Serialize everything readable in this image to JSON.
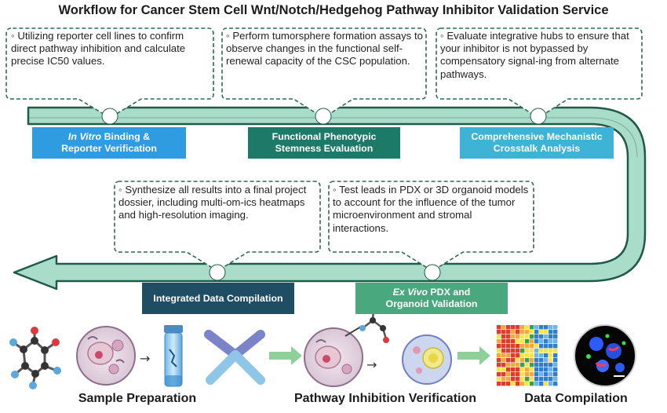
{
  "title": "Workflow for Cancer Stem Cell Wnt/Notch/Hedgehog Pathway Inhibitor Validation Service",
  "boxes": [
    "Utilizing reporter cell lines to confirm direct pathway inhibition and calculate precise IC50 values.",
    "Perform tumorsphere formation assays to observe changes in the functional self-renewal capacity of the CSC population.",
    "Evaluate integrative hubs to ensure that your inhibitor is not bypassed by compensatory signal-ing from alternate pathways.",
    "Synthesize all results into a final project dossier, including multi-om-ics heatmaps and high-resolution imaging.",
    "Test leads in PDX or 3D organoid models to account for the influence of the tumor microenvironment and stromal interactions."
  ],
  "stages": {
    "s1": {
      "italic": "In Vitro",
      "rest1": " Binding &",
      "line2": "Reporter Verification",
      "color": "#2f9be0"
    },
    "s2": {
      "line1": "Functional Phenotypic",
      "line2": "Stemness Evaluation",
      "color": "#1e7a68"
    },
    "s3": {
      "line1": "Comprehensive Mechanistic",
      "line2": "Crosstalk Analysis",
      "color": "#3fb3d6"
    },
    "s4": {
      "line1": "Integrated Data Compilation",
      "color": "#1f4e64"
    },
    "s5": {
      "italic": "Ex Vivo",
      "rest1": " PDX and",
      "line2": "Organoid Validation",
      "color": "#4aa87e"
    }
  },
  "bottom_labels": {
    "sample": "Sample Preparation",
    "pathway": "Pathway Inhibition Verification",
    "data": "Data Compilation"
  },
  "colors": {
    "arrow_fill": "#a9dcc9",
    "arrow_stroke": "#1f5a4a",
    "dash": "#2f6b55"
  }
}
